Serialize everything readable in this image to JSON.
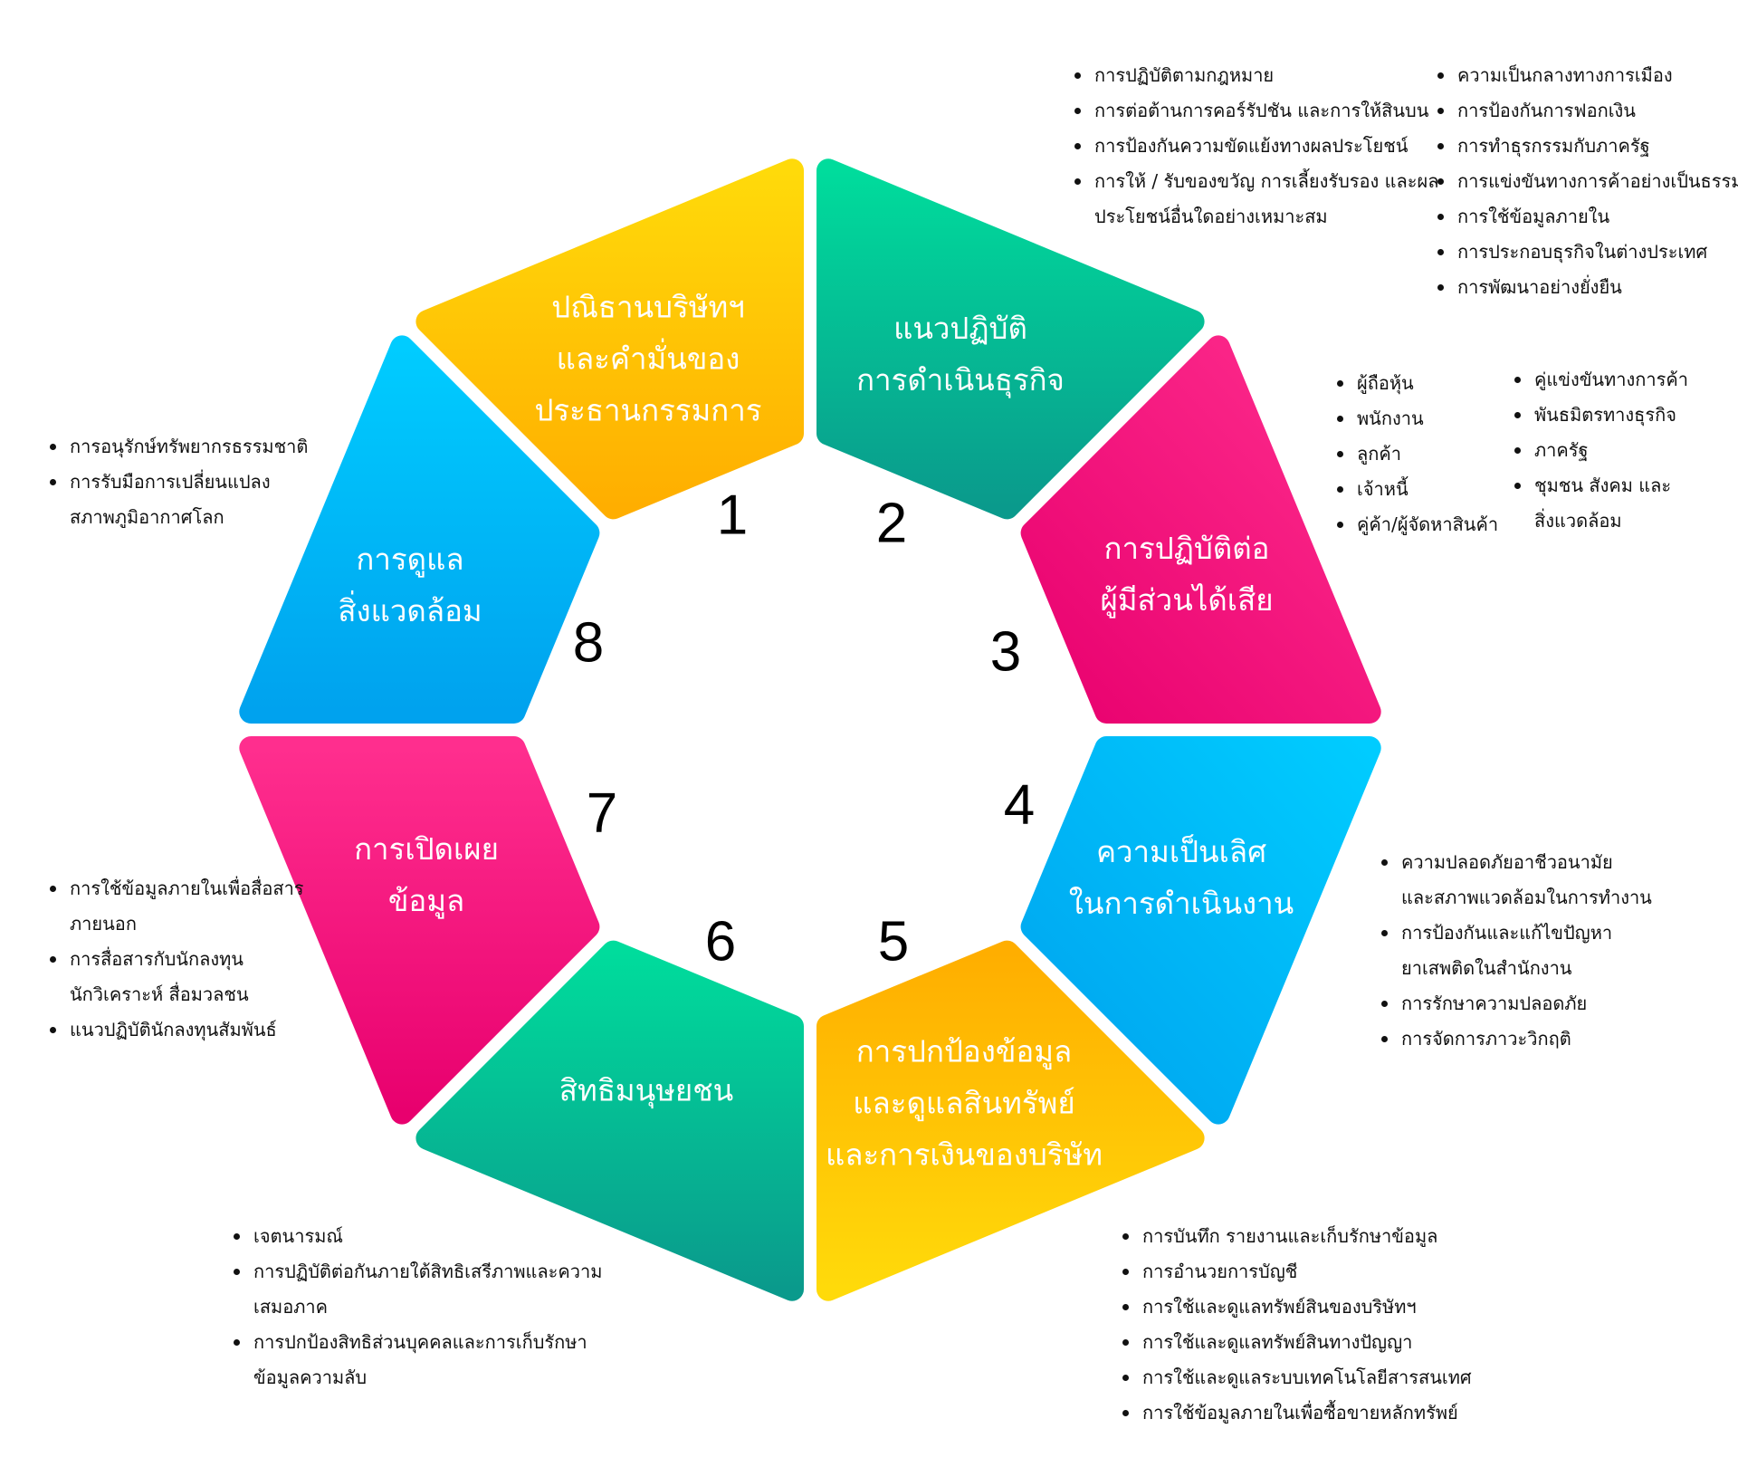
{
  "segments": [
    {
      "number": "1",
      "label": [
        "ปณิธานบริษัทฯ",
        "และคำมั่นของ",
        "ประธานกรรมการ"
      ],
      "colors": [
        "#FFDA0A",
        "#FFAE00"
      ],
      "gradient_direction": "top-to-bottom"
    },
    {
      "number": "2",
      "label": [
        "แนวปฏิบัติ",
        "การดำเนินธุรกิจ"
      ],
      "colors": [
        "#00DC9C",
        "#0A9A8C"
      ],
      "gradient_direction": "top-to-bottom"
    },
    {
      "number": "3",
      "label": [
        "การปฏิบัติต่อ",
        "ผู้มีส่วนได้เสีย"
      ],
      "colors": [
        "#FF2E8E",
        "#E8006E"
      ],
      "gradient_direction": "right-to-left"
    },
    {
      "number": "4",
      "label": [
        "ความเป็นเลิศ",
        "ในการดำเนินงาน"
      ],
      "colors": [
        "#00CCFF",
        "#00A2EE"
      ],
      "gradient_direction": "right-to-left"
    },
    {
      "number": "5",
      "label": [
        "การปกป้องข้อมูล",
        "และดูแลสินทรัพย์",
        "และการเงินของบริษัท"
      ],
      "colors": [
        "#FFAE00",
        "#FFDA0A"
      ],
      "gradient_direction": "top-to-bottom"
    },
    {
      "number": "6",
      "label": [
        "สิทธิมนุษยชน"
      ],
      "colors": [
        "#00DC9C",
        "#0A9A8C"
      ],
      "gradient_direction": "top-to-bottom"
    },
    {
      "number": "7",
      "label": [
        "การเปิดเผย",
        "ข้อมูล"
      ],
      "colors": [
        "#FF2E8E",
        "#E8006E"
      ],
      "gradient_direction": "top-to-bottom"
    },
    {
      "number": "8",
      "label": [
        "การดูแล",
        "สิ่งแวดล้อม"
      ],
      "colors": [
        "#00CCFF",
        "#00A2EE"
      ],
      "gradient_direction": "top-to-bottom"
    }
  ],
  "lists": [
    {
      "id": "code-of-conduct-left",
      "items": [
        [
          "การปฏิบัติตามกฎหมาย"
        ],
        [
          "การต่อต้านการคอร์รัปชัน และการให้สินบน"
        ],
        [
          "การป้องกันความขัดแย้งทางผลประโยชน์"
        ],
        [
          "การให้ / รับของขวัญ การเลี้ยงรับรอง และผล",
          "ประโยชน์อื่นใดอย่างเหมาะสม"
        ]
      ]
    },
    {
      "id": "code-of-conduct-right",
      "items": [
        [
          "ความเป็นกลางทางการเมือง"
        ],
        [
          "การป้องกันการฟอกเงิน"
        ],
        [
          "การทำธุรกรรมกับภาครัฐ"
        ],
        [
          "การแข่งขันทางการค้าอย่างเป็นธรรม"
        ],
        [
          "การใช้ข้อมูลภายใน"
        ],
        [
          "การประกอบธุรกิจในต่างประเทศ"
        ],
        [
          "การพัฒนาอย่างยั่งยืน"
        ]
      ]
    },
    {
      "id": "stakeholders-left",
      "items": [
        [
          "ผู้ถือหุ้น"
        ],
        [
          "พนักงาน"
        ],
        [
          "ลูกค้า"
        ],
        [
          "เจ้าหนี้"
        ],
        [
          "คู่ค้า/ผู้จัดหาสินค้า"
        ]
      ]
    },
    {
      "id": "stakeholders-right",
      "items": [
        [
          "คู่แข่งขันทางการค้า"
        ],
        [
          "พันธมิตรทางธุรกิจ"
        ],
        [
          "ภาครัฐ"
        ],
        [
          "ชุมชน สังคม และ",
          "สิ่งแวดล้อม"
        ]
      ]
    },
    {
      "id": "operational-excellence",
      "items": [
        [
          "ความปลอดภัยอาชีวอนามัย",
          "และสภาพแวดล้อมในการทำงาน"
        ],
        [
          "การป้องกันและแก้ไขปัญหา",
          "ยาเสพติดในสำนักงาน"
        ],
        [
          "การรักษาความปลอดภัย"
        ],
        [
          "การจัดการภาวะวิกฤติ"
        ]
      ]
    },
    {
      "id": "data-asset-protection",
      "items": [
        [
          "การบันทึก รายงานและเก็บรักษาข้อมูล"
        ],
        [
          "การอำนวยการบัญชี"
        ],
        [
          "การใช้และดูแลทรัพย์สินของบริษัทฯ"
        ],
        [
          "การใช้และดูแลทรัพย์สินทางปัญญา"
        ],
        [
          "การใช้และดูแลระบบเทคโนโลยีสารสนเทศ"
        ],
        [
          "การใช้ข้อมูลภายในเพื่อซื้อขายหลักทรัพย์"
        ]
      ]
    },
    {
      "id": "human-rights",
      "items": [
        [
          "เจตนารมณ์"
        ],
        [
          "การปฏิบัติต่อกันภายใต้สิทธิเสรีภาพและความ",
          "เสมอภาค"
        ],
        [
          "การปกป้องสิทธิส่วนบุคคลและการเก็บรักษา",
          "ข้อมูลความลับ"
        ]
      ]
    },
    {
      "id": "disclosure",
      "items": [
        [
          "การใช้ข้อมูลภายในเพื่อสื่อสาร",
          "ภายนอก"
        ],
        [
          "การสื่อสารกับนักลงทุน",
          "นักวิเคราะห์ สื่อมวลชน"
        ],
        [
          "แนวปฏิบัตินักลงทุนสัมพันธ์"
        ]
      ]
    },
    {
      "id": "environment",
      "items": [
        [
          "การอนุรักษ์ทรัพยากรธรรมชาติ"
        ],
        [
          "การรับมือการเปลี่ยนแปลง",
          "สภาพภูมิอากาศโลก"
        ]
      ]
    }
  ]
}
